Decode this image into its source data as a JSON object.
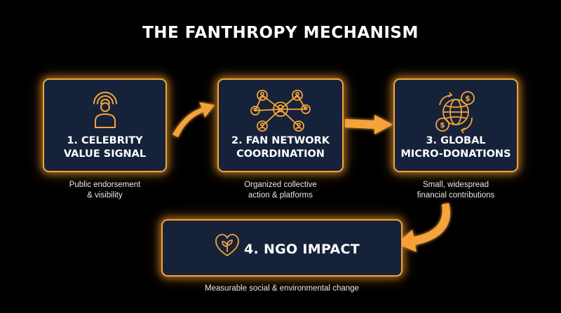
{
  "title": "THE FANTHROPY MECHANISM",
  "colors": {
    "background": "#000000",
    "box_fill": "#16223a",
    "accent": "#f5a43a",
    "text": "#ffffff"
  },
  "steps": [
    {
      "icon": "broadcast-person-icon",
      "label_line1": "1. CELEBRITY",
      "label_line2": "VALUE SIGNAL",
      "caption_line1": "Public endorsement",
      "caption_line2": "& visibility"
    },
    {
      "icon": "network-people-icon",
      "label_line1": "2. FAN NETWORK",
      "label_line2": "COORDINATION",
      "caption_line1": "Organized collective",
      "caption_line2": "action & platforms"
    },
    {
      "icon": "globe-coins-icon",
      "label_line1": "3. GLOBAL",
      "label_line2": "MICRO-DONATIONS",
      "caption_line1": "Small, widespread",
      "caption_line2": "financial contributions"
    },
    {
      "icon": "heart-sprout-icon",
      "label": "4. NGO IMPACT",
      "caption": "Measurable social & environmental change"
    }
  ]
}
